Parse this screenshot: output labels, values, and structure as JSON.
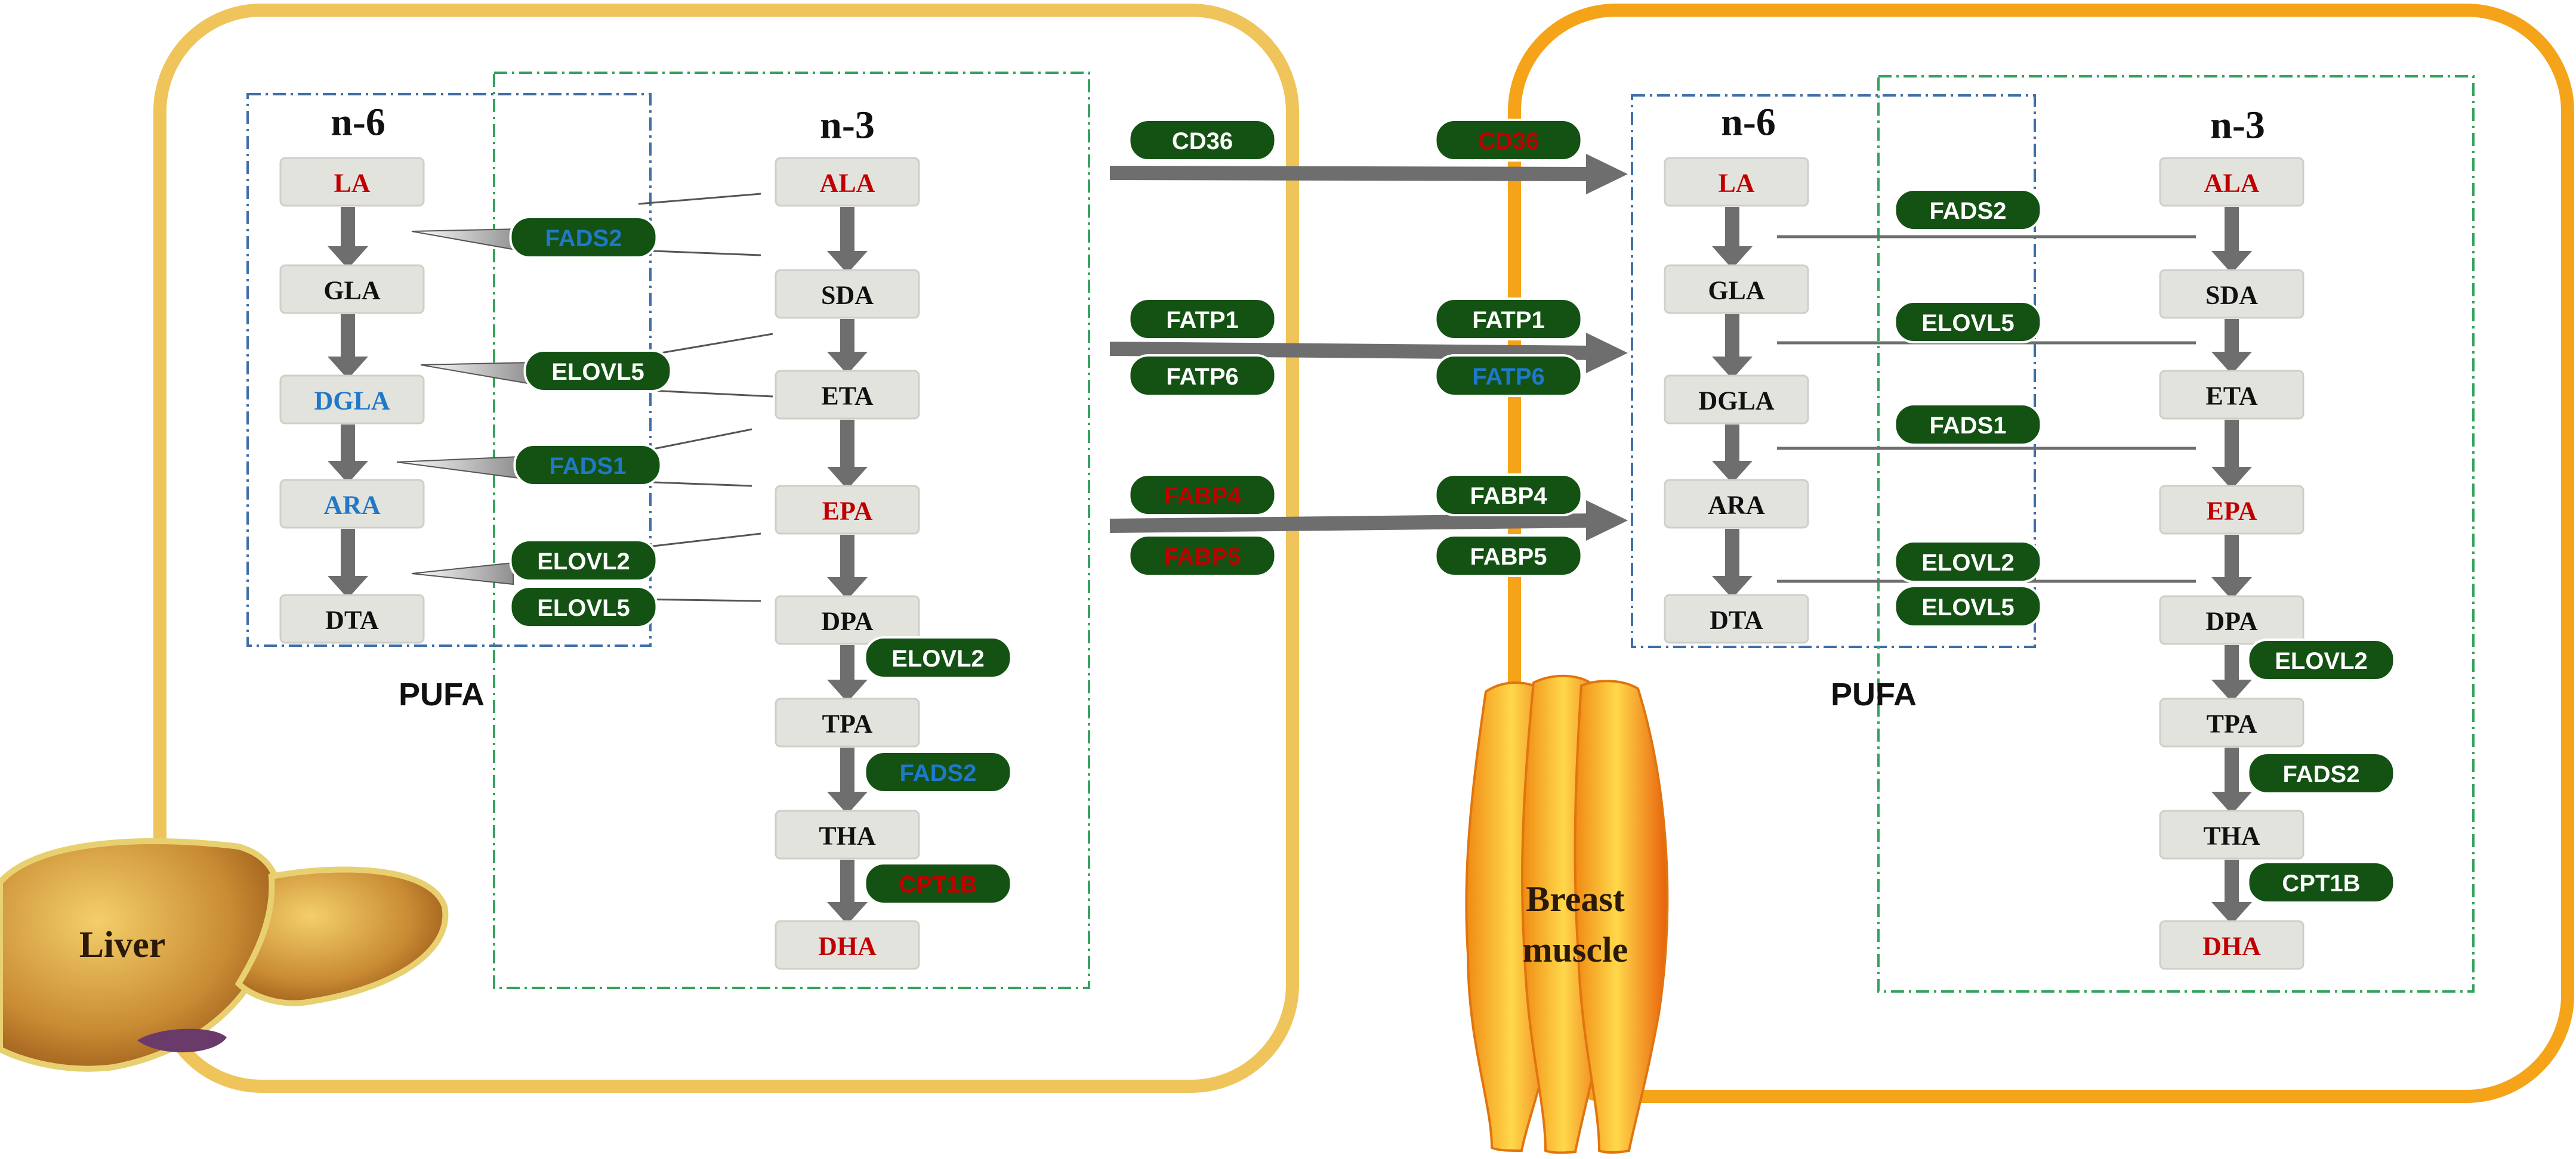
{
  "colors": {
    "metabolite_default": "#111111",
    "red": "#c00000",
    "blue": "#1f78c8",
    "enzyme_bg": "#145214",
    "enzyme_text": "#ffffff",
    "liver_border": "#efc45a",
    "muscle_border": "#f5a41a",
    "arrow": "#6e6e6e"
  },
  "liver": {
    "tissue_label": "Liver",
    "n6_header": "n-6",
    "n3_header": "n-3",
    "pufa_label": "PUFA",
    "n6": [
      {
        "name": "LA",
        "color": "red"
      },
      {
        "name": "GLA",
        "color": "default"
      },
      {
        "name": "DGLA",
        "color": "blue"
      },
      {
        "name": "ARA",
        "color": "blue"
      },
      {
        "name": "DTA",
        "color": "default"
      }
    ],
    "n3": [
      {
        "name": "ALA",
        "color": "red"
      },
      {
        "name": "SDA",
        "color": "default"
      },
      {
        "name": "ETA",
        "color": "default"
      },
      {
        "name": "EPA",
        "color": "red"
      },
      {
        "name": "DPA",
        "color": "default"
      },
      {
        "name": "TPA",
        "color": "default"
      },
      {
        "name": "THA",
        "color": "default"
      },
      {
        "name": "DHA",
        "color": "red"
      }
    ],
    "shared_enzymes": [
      {
        "name": "FADS2",
        "color": "blue"
      },
      {
        "name": "ELOVL5",
        "color": "white"
      },
      {
        "name": "FADS1",
        "color": "blue"
      },
      {
        "name": "ELOVL2",
        "color": "white"
      },
      {
        "name": "ELOVL5",
        "color": "white"
      }
    ],
    "tail_enzymes": [
      {
        "name": "ELOVL2",
        "color": "white"
      },
      {
        "name": "FADS2",
        "color": "blue"
      },
      {
        "name": "CPT1B",
        "color": "red"
      }
    ]
  },
  "transporters": {
    "liver_side": [
      {
        "name": "CD36",
        "color": "white"
      },
      {
        "name": "FATP1",
        "color": "white"
      },
      {
        "name": "FATP6",
        "color": "white"
      },
      {
        "name": "FABP4",
        "color": "red"
      },
      {
        "name": "FABP5",
        "color": "red"
      }
    ],
    "muscle_side": [
      {
        "name": "CD36",
        "color": "red"
      },
      {
        "name": "FATP1",
        "color": "white"
      },
      {
        "name": "FATP6",
        "color": "blue"
      },
      {
        "name": "FABP4",
        "color": "white"
      },
      {
        "name": "FABP5",
        "color": "white"
      }
    ]
  },
  "muscle": {
    "tissue_label_line1": "Breast",
    "tissue_label_line2": "muscle",
    "n6_header": "n-6",
    "n3_header": "n-3",
    "pufa_label": "PUFA",
    "n6": [
      {
        "name": "LA",
        "color": "red"
      },
      {
        "name": "GLA",
        "color": "default"
      },
      {
        "name": "DGLA",
        "color": "default"
      },
      {
        "name": "ARA",
        "color": "default"
      },
      {
        "name": "DTA",
        "color": "default"
      }
    ],
    "n3": [
      {
        "name": "ALA",
        "color": "red"
      },
      {
        "name": "SDA",
        "color": "default"
      },
      {
        "name": "ETA",
        "color": "default"
      },
      {
        "name": "EPA",
        "color": "red"
      },
      {
        "name": "DPA",
        "color": "default"
      },
      {
        "name": "TPA",
        "color": "default"
      },
      {
        "name": "THA",
        "color": "default"
      },
      {
        "name": "DHA",
        "color": "red"
      }
    ],
    "shared_enzymes": [
      {
        "name": "FADS2",
        "color": "white"
      },
      {
        "name": "ELOVL5",
        "color": "white"
      },
      {
        "name": "FADS1",
        "color": "white"
      },
      {
        "name": "ELOVL2",
        "color": "white"
      },
      {
        "name": "ELOVL5",
        "color": "white"
      }
    ],
    "tail_enzymes": [
      {
        "name": "ELOVL2",
        "color": "white"
      },
      {
        "name": "FADS2",
        "color": "white"
      },
      {
        "name": "CPT1B",
        "color": "white"
      }
    ]
  }
}
